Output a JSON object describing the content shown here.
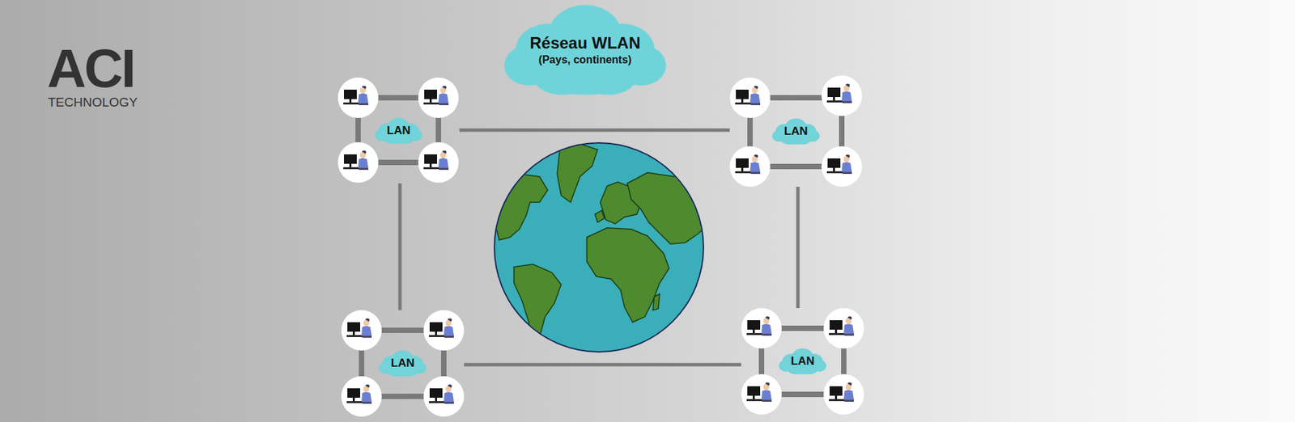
{
  "diagram": {
    "nodes": [
      {
        "text": [
          "Réseau WLAN",
          "(Pays, continents)"
        ]
      },
      {
        "text": [
          "LAN"
        ]
      },
      {
        "text": [
          "LAN"
        ]
      },
      {
        "text": [
          "LAN"
        ]
      },
      {
        "text": [
          "LAN"
        ]
      }
    ],
    "edges": [
      {
        "from": 1,
        "to": 2,
        "arrow": "none"
      },
      {
        "from": 1,
        "to": 3,
        "arrow": "none"
      },
      {
        "from": 2,
        "to": 4,
        "arrow": "none"
      },
      {
        "from": 3,
        "to": 4,
        "arrow": "none"
      }
    ],
    "labels": [
      "ACI",
      "TECHNOLOGY"
    ]
  }
}
